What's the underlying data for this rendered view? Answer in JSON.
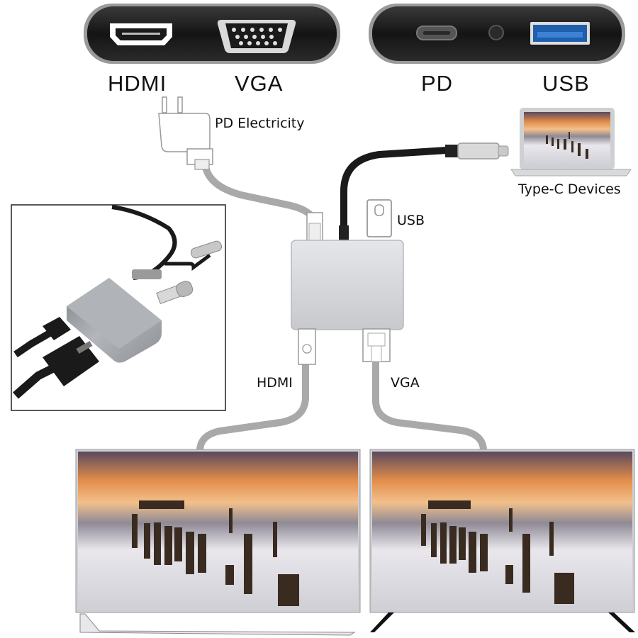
{
  "ports_top": {
    "hdmi_label": "HDMI",
    "vga_label": "VGA",
    "pd_label": "PD",
    "usb_label": "USB"
  },
  "connections": {
    "pd_electricity_label": "PD Electricity",
    "type_c_devices_label": "Type-C Devices",
    "usb_label": "USB",
    "hdmi_label": "HDMI",
    "vga_label": "VGA"
  },
  "icons": {
    "hdmi_port": "hdmi-port-icon",
    "vga_port": "vga-port-icon",
    "pd_port": "usb-c-port-icon",
    "usb_port": "usb-a-port-icon",
    "charger": "power-adapter-icon",
    "laptop": "laptop-icon",
    "usb_stick": "usb-flash-drive-icon",
    "hub": "usb-c-hub-icon",
    "monitor_left": "monitor-icon",
    "monitor_right": "monitor-icon"
  },
  "colors": {
    "cable_gray": "#a9a9a9",
    "cable_black": "#1a1a1a",
    "hub_silver": "#d4d6d9",
    "port_bar": "#1c1c1c"
  }
}
